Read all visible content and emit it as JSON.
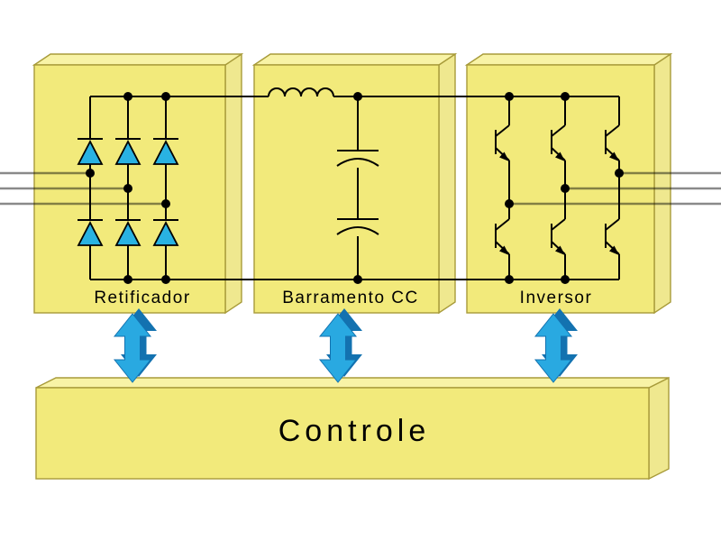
{
  "blocks": {
    "rectifier": {
      "label": "Retificador",
      "device_icon": "diode",
      "device_count": 6
    },
    "dc_bus": {
      "label": "Barramento CC",
      "device_icons": [
        "inductor",
        "capacitor",
        "capacitor"
      ]
    },
    "inverter": {
      "label": "Inversor",
      "device_icon": "transistor",
      "device_count": 6
    },
    "control": {
      "label": "Controle"
    }
  },
  "phase_lines": {
    "input_count": 3,
    "output_count": 3
  },
  "control_links": [
    {
      "from": "control",
      "to": "rectifier",
      "bidirectional": true
    },
    {
      "from": "control",
      "to": "dc_bus",
      "bidirectional": true
    },
    {
      "from": "control",
      "to": "inverter",
      "bidirectional": true
    }
  ],
  "colors": {
    "background": "#ffffff",
    "box_front": "#f2ea7b",
    "box_top": "#f8f3a6",
    "box_side": "#efe88f",
    "box_stroke": "#a89b3a",
    "wire": "#000000",
    "phase_wire": "#8a8a8a",
    "device_fill": "#29b2e2",
    "arrow_front": "#29a9e1",
    "arrow_side": "#1372b0",
    "label_color": "#000000"
  }
}
